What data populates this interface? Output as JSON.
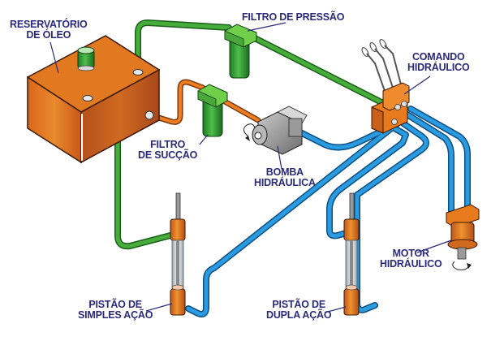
{
  "diagram": {
    "title": "Sistema hidráulico",
    "colors": {
      "label_text": "#2b2a7a",
      "pressure_line_green": "#3fa535",
      "suction_line_orange": "#e0701e",
      "work_line_blue": "#1e8fd8",
      "component_orange": "#e67a1d",
      "filter_green": "#2e9b2e",
      "pump_gray": "#8a8a8a"
    },
    "labels": {
      "reservoir": [
        "RESERVATÓRIO",
        "DE ÓLEO"
      ],
      "pressure_filter": [
        "FILTRO DE PRESSÃO"
      ],
      "hydraulic_command": [
        "COMANDO",
        "HIDRÁULICO"
      ],
      "suction_filter": [
        "FILTRO",
        "DE SUCÇÃO"
      ],
      "hydraulic_pump": [
        "BOMBA",
        "HIDRÁULICA"
      ],
      "single_action_piston": [
        "PISTÃO DE",
        "SIMPLES AÇÃO"
      ],
      "double_action_piston": [
        "PISTÃO DE",
        "DUPLA AÇÃO"
      ],
      "hydraulic_motor": [
        "MOTOR",
        "HIDRÁULICO"
      ]
    }
  }
}
